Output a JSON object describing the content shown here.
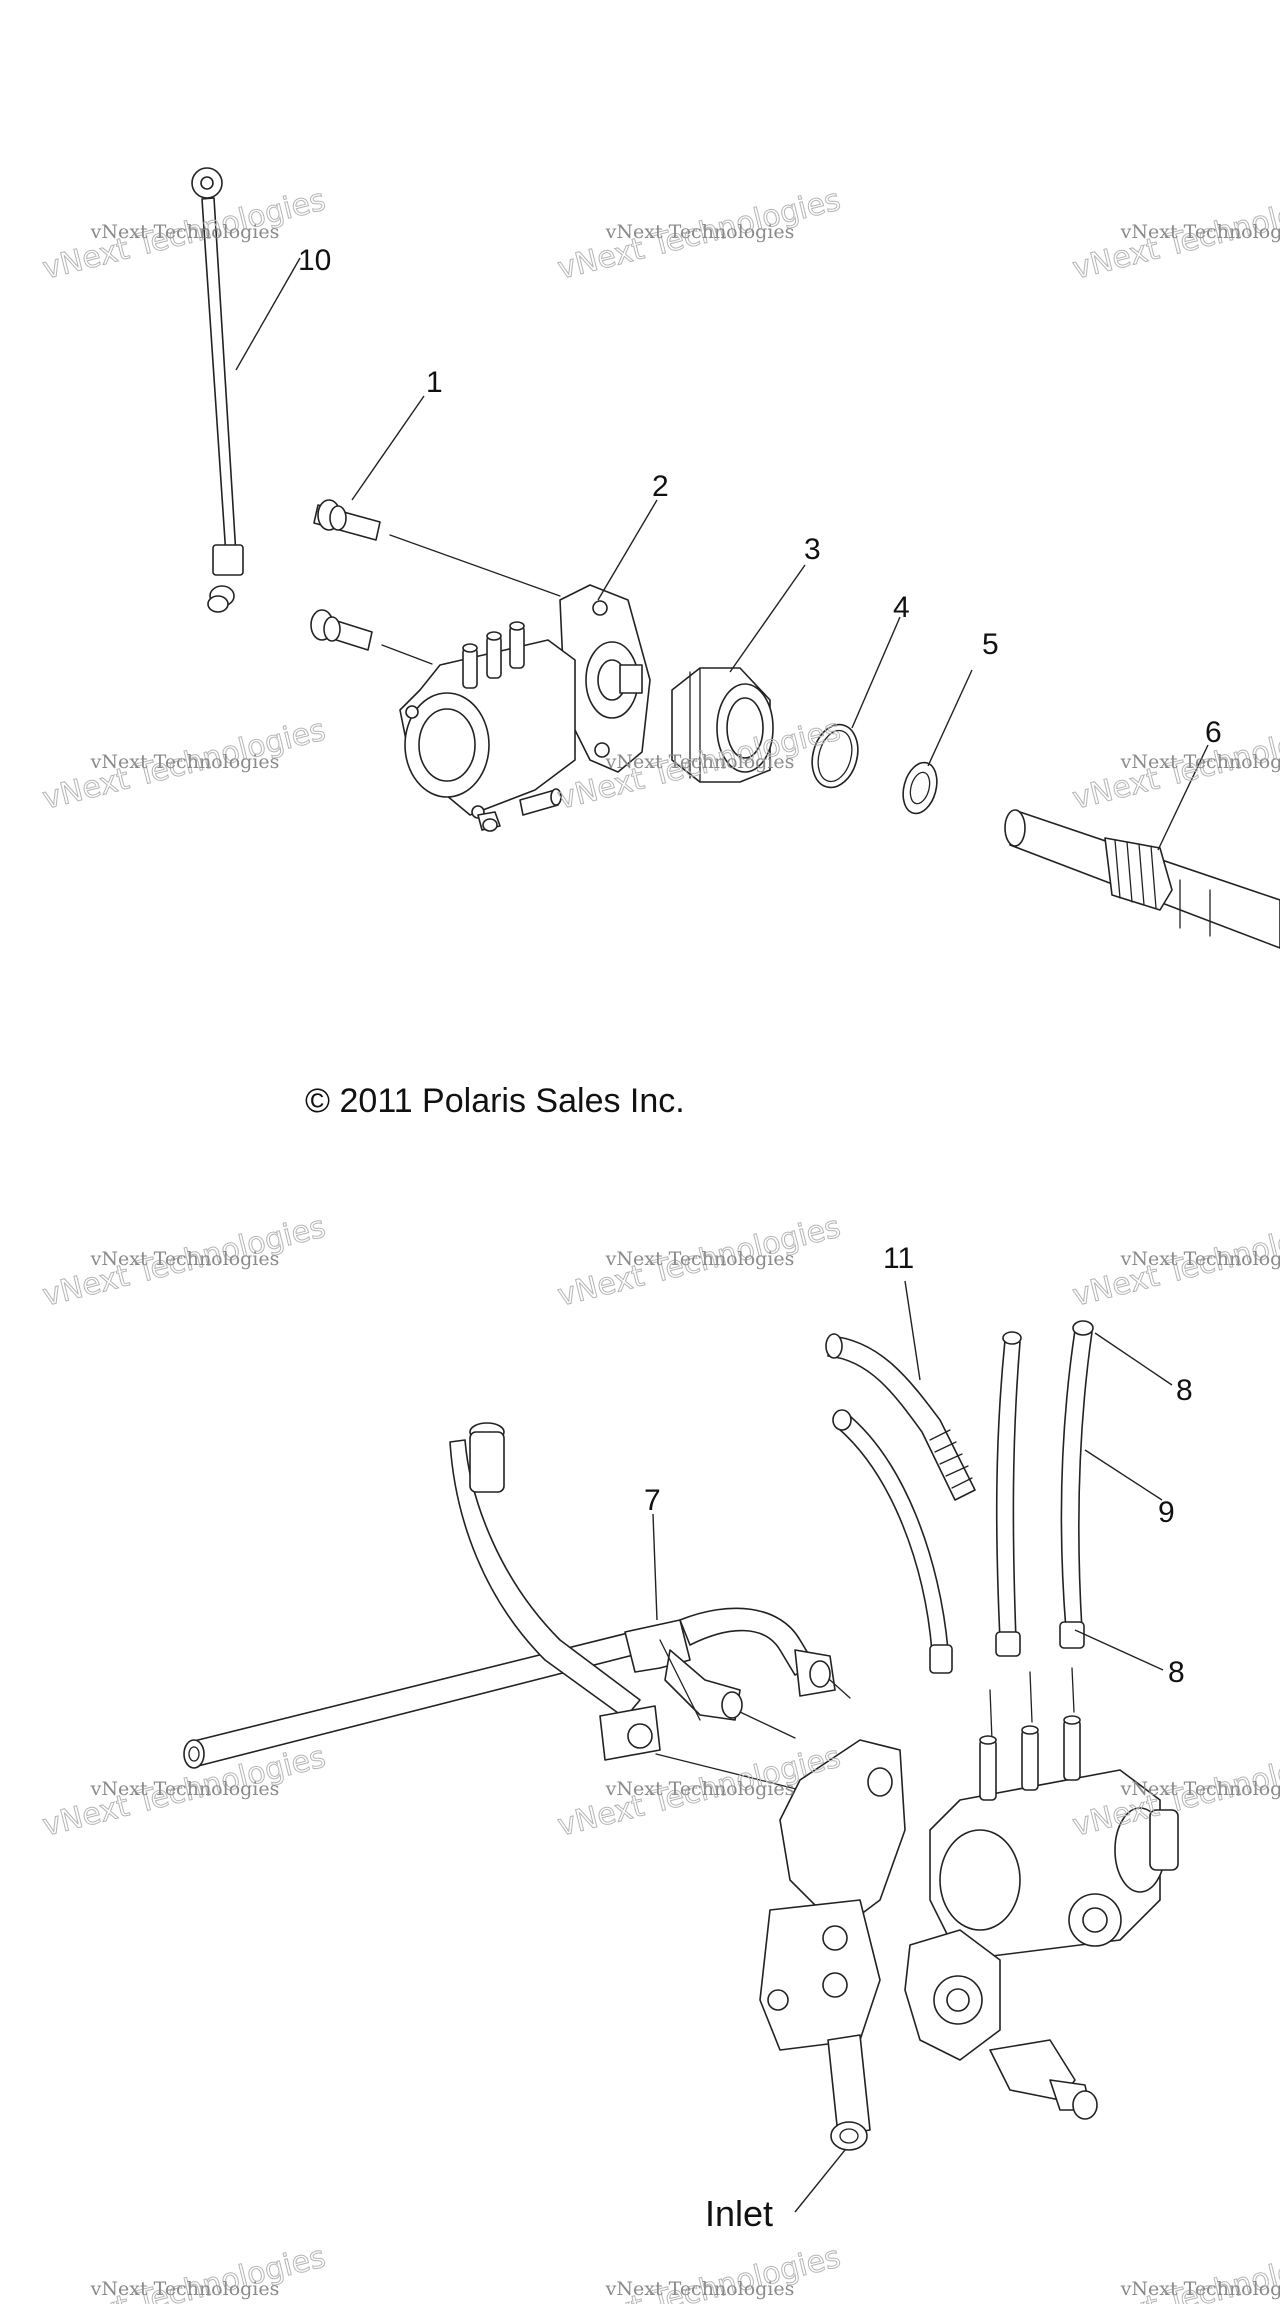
{
  "copyright": "© 2011 Polaris Sales Inc.",
  "watermark": {
    "line1": "vNext Technologies",
    "line2": "vNext Technologies"
  },
  "callouts": {
    "c1": "1",
    "c2": "2",
    "c3": "3",
    "c4": "4",
    "c5": "5",
    "c6": "6",
    "c7": "7",
    "c8a": "8",
    "c8b": "8",
    "c9": "9",
    "c10": "10",
    "c11": "11",
    "inlet": "Inlet"
  }
}
